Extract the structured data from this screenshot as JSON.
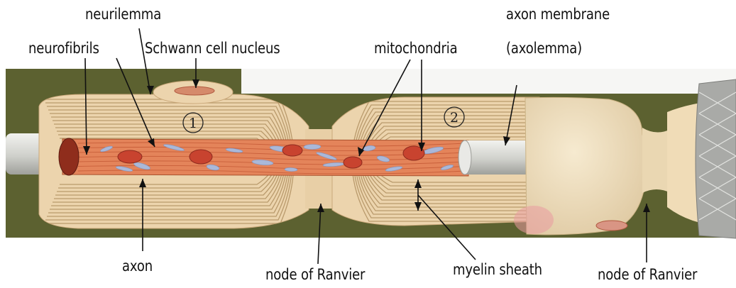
{
  "labels": {
    "neurilemma": "neurilemma",
    "neurofibrils": "neurofibrils",
    "schwann_nucleus": "Schwann cell nucleus",
    "mitochondria": "mitochondria",
    "axon_membrane_1": "axon membrane",
    "axon_membrane_2": "(axolemma)",
    "axon": "axon",
    "node_of_ranvier_1": "node of Ranvier",
    "myelin_sheath": "myelin sheath",
    "node_of_ranvier_2": "node of Ranvier"
  },
  "markers": {
    "segment_1": "1",
    "segment_2": "2"
  },
  "colors": {
    "backdrop": "#5c6130",
    "myelin": "#ecd4ad",
    "myelin_line": "#b99a6c",
    "axon": "#e4845a",
    "mitochondria": "#c8432f",
    "neurofibril": "#aab8d8",
    "sleeve": "#d9dad5",
    "end_cap": "#f1e0be",
    "stocking": "#a9aaa7"
  }
}
